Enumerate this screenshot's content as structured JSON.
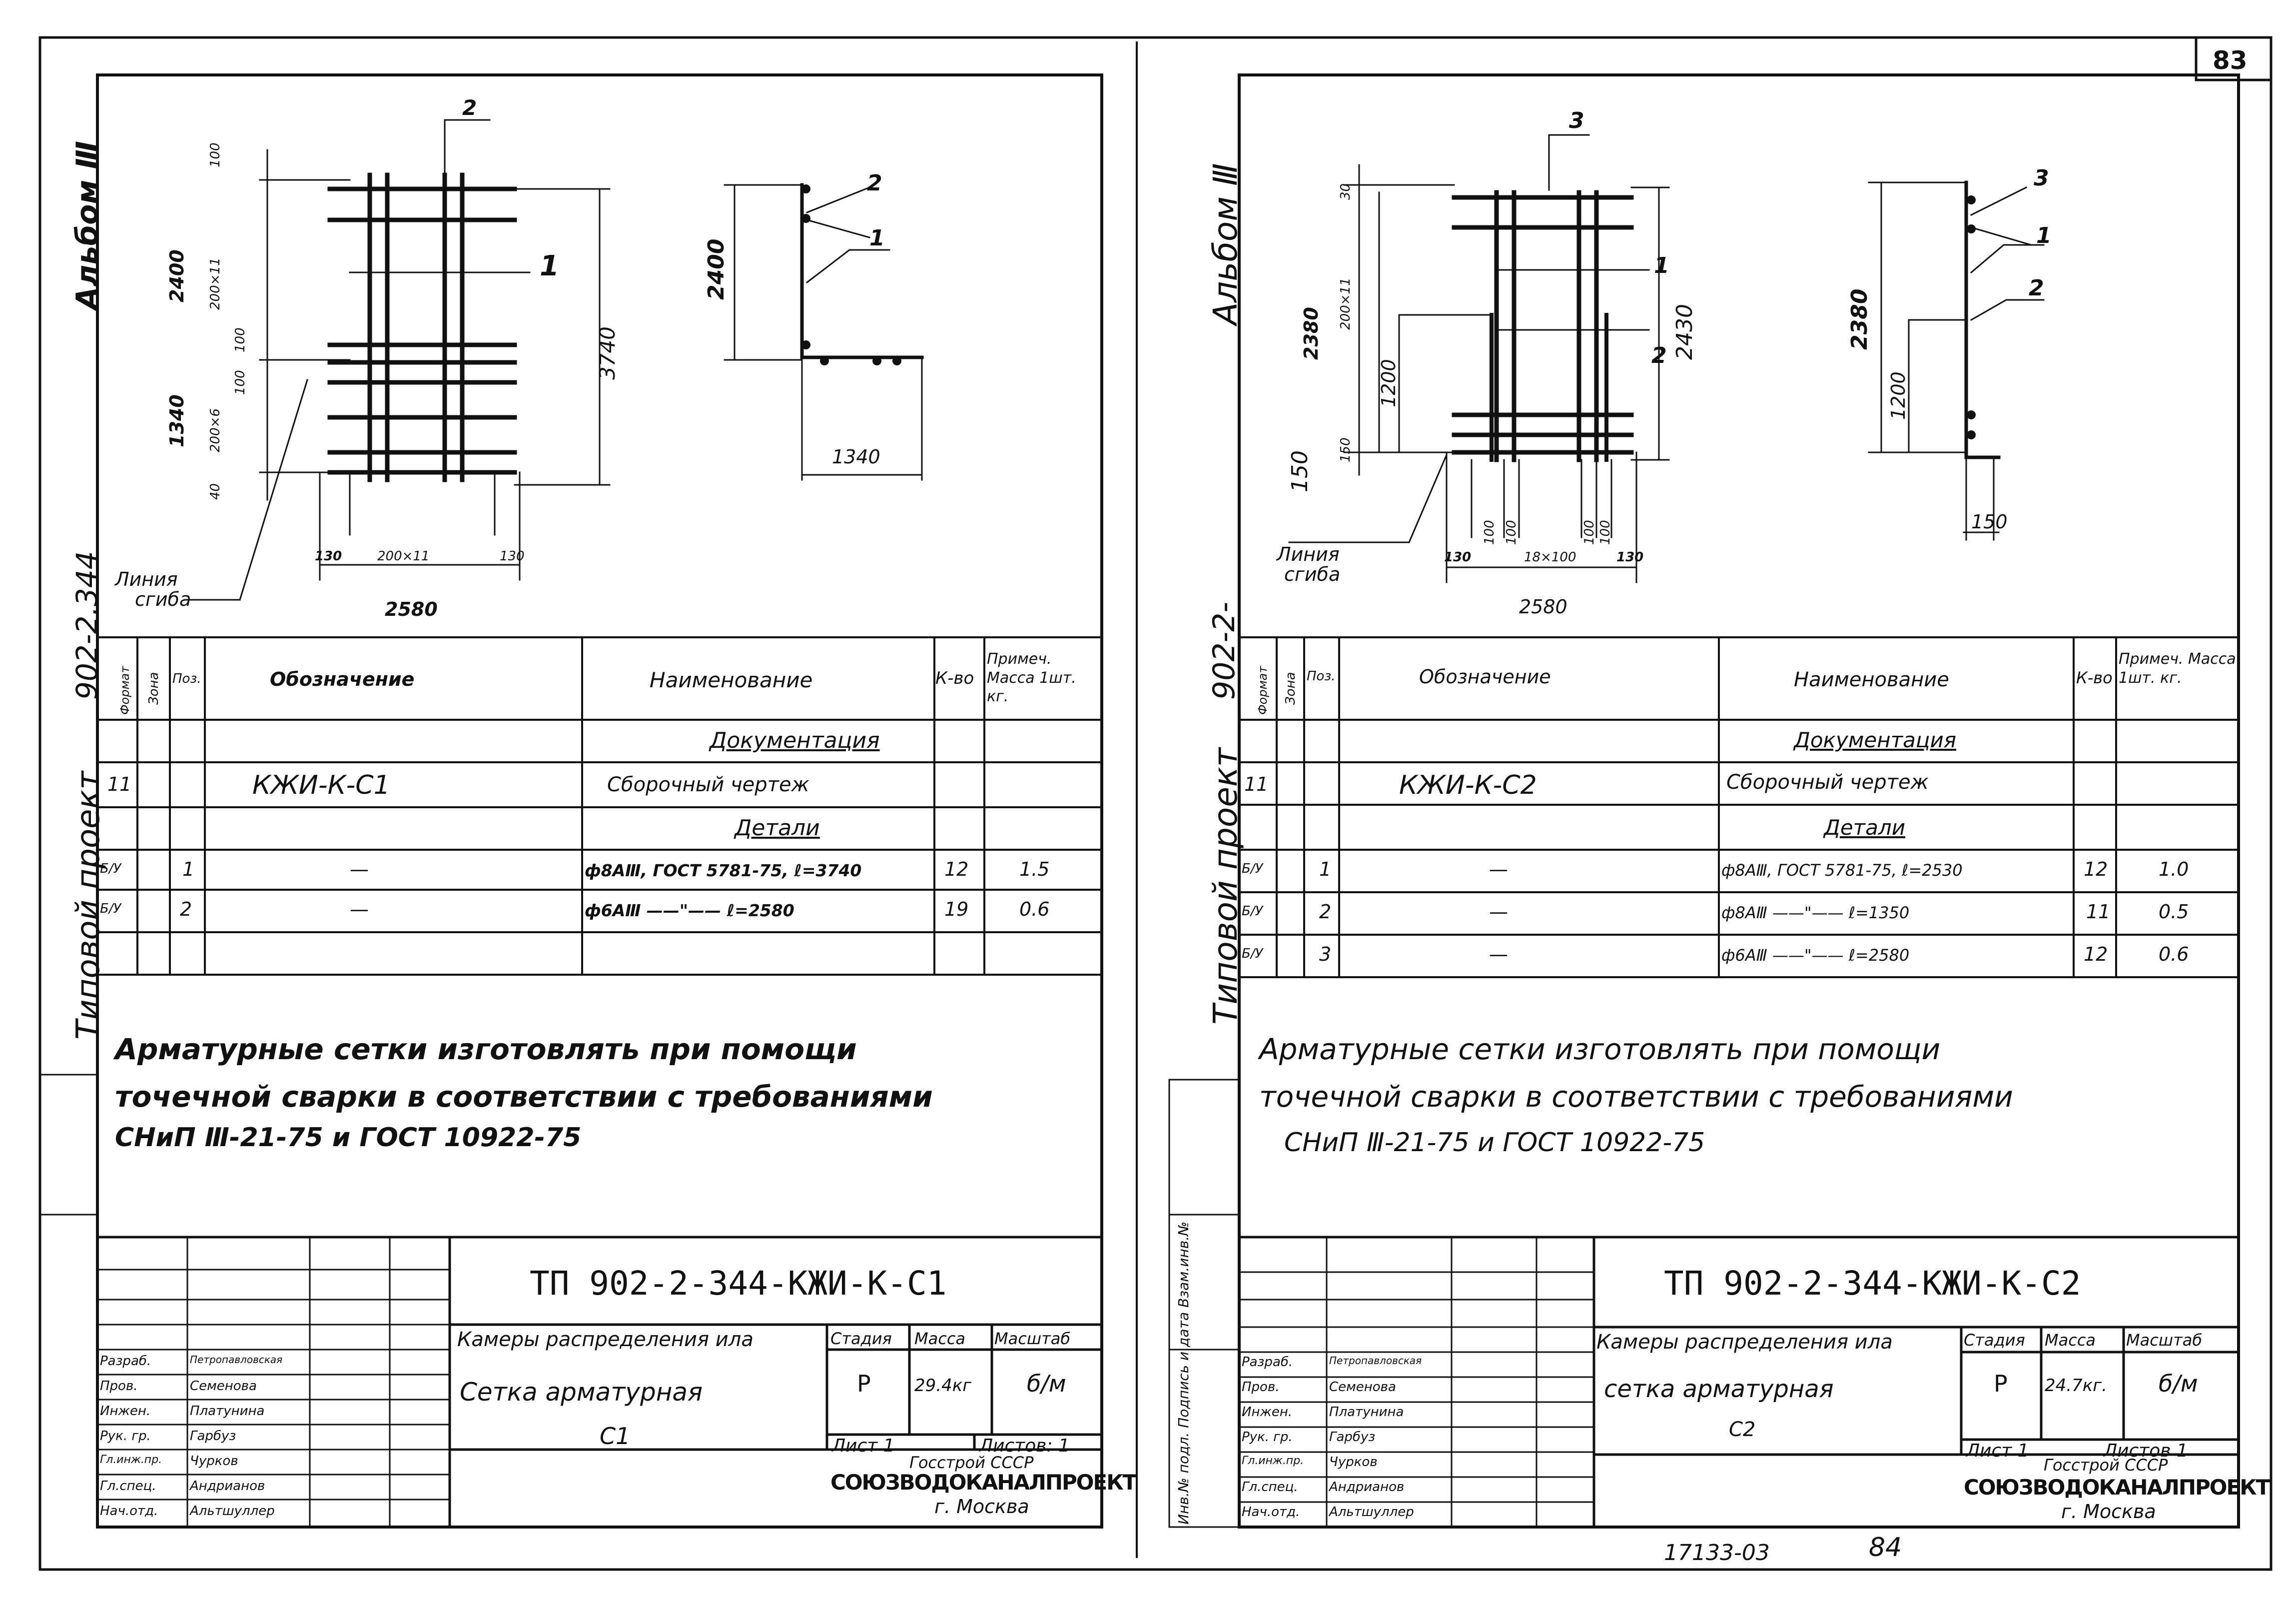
{
  "page_number": "83",
  "bottom_ref": "17133-03",
  "bottom_page": "84",
  "left": {
    "album": "Альбом Ⅲ",
    "project_prefix": "Типовой проект",
    "project_no": "902-2.344",
    "drawing": {
      "callout_top": "2",
      "callout_a": "1",
      "dim_100": "100",
      "dim_2400": "2400",
      "dim_200x11": "200×11",
      "dim_100b": "100",
      "dim_100c": "100",
      "dim_1340": "1340",
      "dim_200x6": "200×6",
      "dim_40": "40",
      "dim_3740": "3740",
      "dim_130l": "130",
      "dim_200x11h": "200×11",
      "dim_130r": "130",
      "dim_2580": "2580",
      "bend_line": "Линия",
      "bend_line2": "сгиба",
      "side_2400": "2400",
      "side_1340": "1340",
      "side_c2": "2",
      "side_c1": "1"
    },
    "spec": {
      "h_format": "Формат",
      "h_zone": "Зона",
      "h_pos": "Поз.",
      "h_desig": "Обозначение",
      "h_name": "Наименование",
      "h_qty": "К-во",
      "h_note": "Примеч. Масса 1шт. кг.",
      "sec_doc": "Документация",
      "r1_fmt": "11",
      "r1_desig": "КЖИ-К-С1",
      "r1_name": "Сборочный чертеж",
      "sec_det": "Детали",
      "r2_fmt": "Б/У",
      "r2_pos": "1",
      "r2_desig": "—",
      "r2_name": "ф8АⅢ, ГОСТ 5781-75, ℓ=3740",
      "r2_qty": "12",
      "r2_mass": "1.5",
      "r3_fmt": "Б/У",
      "r3_pos": "2",
      "r3_desig": "—",
      "r3_name": "ф6АⅢ ——\"—— ℓ=2580",
      "r3_qty": "19",
      "r3_mass": "0.6"
    },
    "note1": "Арматурные сетки изготовлять при помощи",
    "note2": "точечной сварки в соответствии с требованиями",
    "note3": "СНиП Ⅲ-21-75 и ГОСТ 10922-75",
    "title": {
      "code": "ТП 902-2-344-КЖИ-К-С1",
      "object": "Камеры распределения ила",
      "sheet_name": "Сетка арматурная",
      "sheet_sub": "С1",
      "stage_h": "Стадия",
      "mass_h": "Масса",
      "scale_h": "Масштаб",
      "stage": "Р",
      "mass": "29.4кг",
      "scale": "б/м",
      "sheet": "Лист 1",
      "sheets": "Листов: 1",
      "org1": "Госстрой СССР",
      "org2": "СОЮЗВОДОКАНАЛПРОЕКТ",
      "org3": "г. Москва",
      "roles": [
        "Разраб.",
        "Пров.",
        "Инжен.",
        "Рук. гр.",
        "Гл.инж.пр.",
        "Гл.спец.",
        "Нач.отд."
      ],
      "names": [
        "Петропавловская",
        "Семенова",
        "Платунина",
        "Гарбуз",
        "Чурков",
        "Андрианов",
        "Альтшуллер"
      ]
    }
  },
  "right": {
    "album": "Альбом Ⅲ",
    "project_prefix": "Типовой проект",
    "project_no": "902-2-",
    "side_stamp": "Инв.№ подл.   Подпись и дата   Взам.инв.№",
    "drawing": {
      "callout_top": "3",
      "c1": "1",
      "c2": "2",
      "dim_30": "30",
      "dim_2380": "2380",
      "dim_200x11": "200×11",
      "dim_1200": "1200",
      "dim_150": "150",
      "dim_150b": "150",
      "dim_2430": "2430",
      "dim_130l": "130",
      "dim_100a": "100",
      "dim_100b": "100",
      "dim_18x100": "18×100",
      "dim_100c": "100",
      "dim_100d": "100",
      "dim_130r": "130",
      "dim_2580": "2580",
      "bend_line": "Линия",
      "bend_line2": "сгиба",
      "side_2380": "2380",
      "side_1200": "1200",
      "side_150": "150",
      "side_c3": "3",
      "side_c1": "1",
      "side_c2": "2"
    },
    "spec": {
      "h_format": "Формат",
      "h_zone": "Зона",
      "h_pos": "Поз.",
      "h_desig": "Обозначение",
      "h_name": "Наименование",
      "h_qty": "К-во",
      "h_note": "Примеч. Масса 1шт. кг.",
      "sec_doc": "Документация",
      "r1_fmt": "11",
      "r1_desig": "КЖИ-К-С2",
      "r1_name": "Сборочный чертеж",
      "sec_det": "Детали",
      "r2_fmt": "Б/У",
      "r2_pos": "1",
      "r2_desig": "—",
      "r2_name": "ф8АⅢ, ГОСТ 5781-75, ℓ=2530",
      "r2_qty": "12",
      "r2_mass": "1.0",
      "r3_fmt": "Б/У",
      "r3_pos": "2",
      "r3_desig": "—",
      "r3_name": "ф8АⅢ ——\"—— ℓ=1350",
      "r3_qty": "11",
      "r3_mass": "0.5",
      "r4_fmt": "Б/У",
      "r4_pos": "3",
      "r4_desig": "—",
      "r4_name": "ф6АⅢ ——\"—— ℓ=2580",
      "r4_qty": "12",
      "r4_mass": "0.6"
    },
    "note1": "Арматурные сетки изготовлять при помощи",
    "note2": "точечной сварки в соответствии с требованиями",
    "note3": "СНиП Ⅲ-21-75 и ГОСТ 10922-75",
    "title": {
      "code": "ТП 902-2-344-КЖИ-К-С2",
      "object": "Камеры распределения ила",
      "sheet_name": "сетка арматурная",
      "sheet_sub": "С2",
      "stage_h": "Стадия",
      "mass_h": "Масса",
      "scale_h": "Масштаб",
      "stage": "Р",
      "mass": "24.7кг.",
      "scale": "б/м",
      "sheet": "Лист 1",
      "sheets": "Листов 1",
      "org1": "Госстрой СССР",
      "org2": "СОЮЗВОДОКАНАЛПРОЕКТ",
      "org3": "г. Москва",
      "roles": [
        "Разраб.",
        "Пров.",
        "Инжен.",
        "Рук. гр.",
        "Гл.инж.пр.",
        "Гл.спец.",
        "Нач.отд."
      ],
      "names": [
        "Петропавловская",
        "Семенова",
        "Платунина",
        "Гарбуз",
        "Чурков",
        "Андрианов",
        "Альтшуллер"
      ]
    }
  }
}
